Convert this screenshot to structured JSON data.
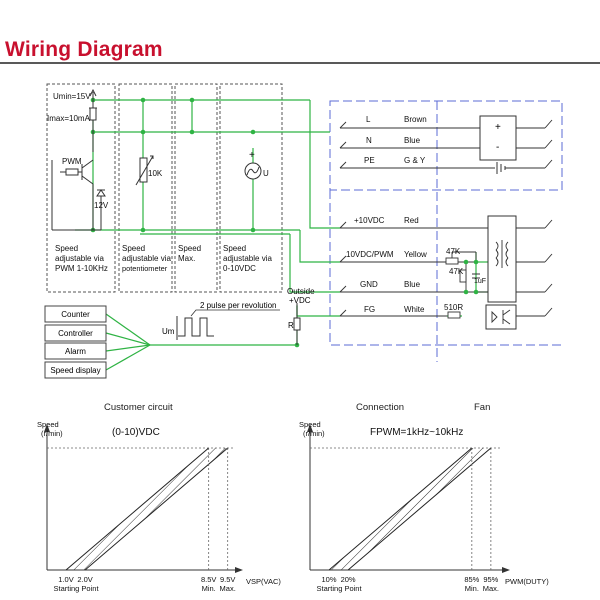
{
  "header": {
    "title": "Wiring Diagram"
  },
  "colors": {
    "title": "#c8102e",
    "wire": "#2fb344",
    "node": "#2fb344",
    "dashed": "#555555",
    "dashed_blue": "#5b6bd6"
  },
  "customer": {
    "umin": "Umin=15V",
    "imax": "Imax=10mA",
    "pwm": "PWM",
    "v12": "12V",
    "pot": "10K",
    "volt": "U",
    "plus": "+",
    "panels": [
      {
        "lines": [
          "Speed",
          "adjustable via",
          "PWM 1-10KHz"
        ]
      },
      {
        "lines": [
          "Speed",
          "adjustable via",
          "potentiometer"
        ]
      },
      {
        "lines": [
          "Speed",
          "Max."
        ]
      },
      {
        "lines": [
          "Speed",
          "adjustable via",
          "0-10VDC"
        ]
      }
    ]
  },
  "output_boxes": [
    "Counter",
    "Controller",
    "Alarm",
    "Speed display"
  ],
  "pulse": {
    "label": "2 pulse per revolution",
    "um": "Um"
  },
  "outside": {
    "line1": "Outside",
    "line2": "+VDC",
    "r": "R"
  },
  "fan": {
    "wires": [
      {
        "name": "L",
        "color": "Brown"
      },
      {
        "name": "N",
        "color": "Blue"
      },
      {
        "name": "PE",
        "color": "G & Y"
      },
      {
        "name": "+10VDC",
        "color": "Red"
      },
      {
        "name": "10VDC/PWM",
        "color": "Yellow"
      },
      {
        "name": "GND",
        "color": "Blue"
      },
      {
        "name": "FG",
        "color": "White"
      }
    ],
    "r47a": "47K",
    "r47b": "47K",
    "cap": "1uF",
    "r510": "510R",
    "plus": "+",
    "minus": "-"
  },
  "sections": {
    "left": "Customer circuit",
    "right_a": "Connection",
    "right_b": "Fan"
  },
  "chart_data": [
    {
      "type": "area",
      "title": "(0-10)VDC",
      "ylabel": "Speed (r/min)",
      "xlabel": "VSP(VAC)",
      "band": {
        "lower": [
          [
            2.0,
            0
          ],
          [
            9.5,
            1
          ]
        ],
        "upper": [
          [
            1.0,
            0
          ],
          [
            8.5,
            1
          ]
        ]
      },
      "ticks": [
        {
          "x": 1.0,
          "label": "1.0V",
          "sub": "Starting Point"
        },
        {
          "x": 2.0,
          "label": "2.0V",
          "sub": ""
        },
        {
          "x": 8.5,
          "label": "8.5V",
          "sub": "Min."
        },
        {
          "x": 9.5,
          "label": "9.5V",
          "sub": "Max."
        }
      ]
    },
    {
      "type": "area",
      "title": "FPWM=1kHz~10kHz",
      "ylabel": "Speed (r/min)",
      "xlabel": "PWM(DUTY)",
      "band": {
        "lower": [
          [
            20,
            0
          ],
          [
            95,
            1
          ]
        ],
        "upper": [
          [
            10,
            0
          ],
          [
            85,
            1
          ]
        ]
      },
      "ticks": [
        {
          "x": 10,
          "label": "10%",
          "sub": "Starting Point"
        },
        {
          "x": 20,
          "label": "20%",
          "sub": ""
        },
        {
          "x": 85,
          "label": "85%",
          "sub": "Min."
        },
        {
          "x": 95,
          "label": "95%",
          "sub": "Max."
        }
      ]
    }
  ]
}
